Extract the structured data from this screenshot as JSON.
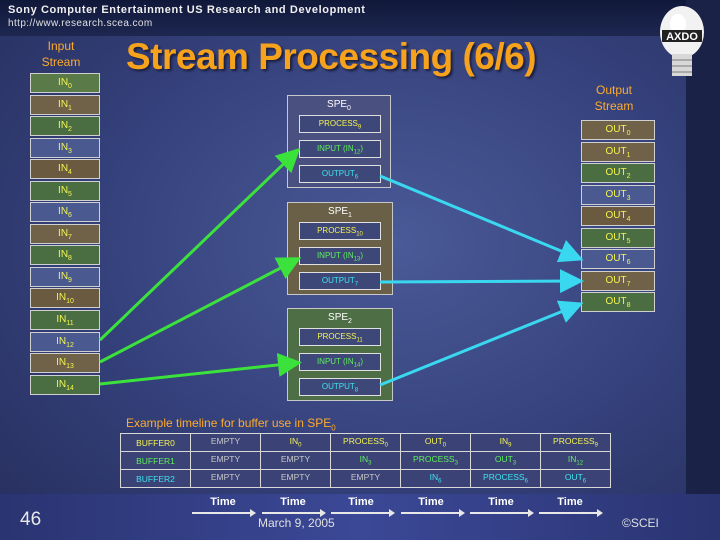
{
  "header": {
    "company": "Sony Computer Entertainment US Research and Development",
    "url": "http://www.research.scea.com",
    "logo_text": "AXDO"
  },
  "title": "Stream Processing (6/6)",
  "input_stream": {
    "label_line1": "Input",
    "label_line2": "Stream",
    "items": [
      {
        "prefix": "IN",
        "sub": "0"
      },
      {
        "prefix": "IN",
        "sub": "1"
      },
      {
        "prefix": "IN",
        "sub": "2"
      },
      {
        "prefix": "IN",
        "sub": "3"
      },
      {
        "prefix": "IN",
        "sub": "4"
      },
      {
        "prefix": "IN",
        "sub": "5"
      },
      {
        "prefix": "IN",
        "sub": "6"
      },
      {
        "prefix": "IN",
        "sub": "7"
      },
      {
        "prefix": "IN",
        "sub": "8"
      },
      {
        "prefix": "IN",
        "sub": "9"
      },
      {
        "prefix": "IN",
        "sub": "10"
      },
      {
        "prefix": "IN",
        "sub": "11"
      },
      {
        "prefix": "IN",
        "sub": "12"
      },
      {
        "prefix": "IN",
        "sub": "13"
      },
      {
        "prefix": "IN",
        "sub": "14"
      }
    ]
  },
  "output_stream": {
    "label_line1": "Output",
    "label_line2": "Stream",
    "items": [
      {
        "prefix": "OUT",
        "sub": "0"
      },
      {
        "prefix": "OUT",
        "sub": "1"
      },
      {
        "prefix": "OUT",
        "sub": "2"
      },
      {
        "prefix": "OUT",
        "sub": "3"
      },
      {
        "prefix": "OUT",
        "sub": "4"
      },
      {
        "prefix": "OUT",
        "sub": "5"
      },
      {
        "prefix": "OUT",
        "sub": "6"
      },
      {
        "prefix": "OUT",
        "sub": "7"
      },
      {
        "prefix": "OUT",
        "sub": "8"
      }
    ]
  },
  "spes": [
    {
      "label": "SPE",
      "label_sub": "0",
      "process": "PROCESS",
      "process_sub": "9",
      "input": "INPUT (IN",
      "input_sub": "12",
      "input_tail": ")",
      "output": "OUTPUT",
      "output_sub": "6"
    },
    {
      "label": "SPE",
      "label_sub": "1",
      "process": "PROCESS",
      "process_sub": "10",
      "input": "INPUT (IN",
      "input_sub": "13",
      "input_tail": ")",
      "output": "OUTPUT",
      "output_sub": "7"
    },
    {
      "label": "SPE",
      "label_sub": "2",
      "process": "PROCESS",
      "process_sub": "11",
      "input": "INPUT (IN",
      "input_sub": "14",
      "input_tail": ")",
      "output": "OUTPUT",
      "output_sub": "8"
    }
  ],
  "timeline": {
    "title": "Example timeline for buffer use in SPE",
    "title_sub": "0",
    "rows": [
      {
        "label": "BUFFER0",
        "cells": [
          {
            "t": "EMPTY",
            "s": "",
            "c": "gray"
          },
          {
            "t": "IN",
            "s": "0",
            "c": "yellow"
          },
          {
            "t": "PROCESS",
            "s": "0",
            "c": "yellow"
          },
          {
            "t": "OUT",
            "s": "0",
            "c": "yellow"
          },
          {
            "t": "IN",
            "s": "9",
            "c": "yellow"
          },
          {
            "t": "PROCESS",
            "s": "9",
            "c": "yellow"
          }
        ]
      },
      {
        "label": "BUFFER1",
        "cells": [
          {
            "t": "EMPTY",
            "s": "",
            "c": "gray"
          },
          {
            "t": "EMPTY",
            "s": "",
            "c": "gray"
          },
          {
            "t": "IN",
            "s": "3",
            "c": "green"
          },
          {
            "t": "PROCESS",
            "s": "3",
            "c": "green"
          },
          {
            "t": "OUT",
            "s": "3",
            "c": "green"
          },
          {
            "t": "IN",
            "s": "12",
            "c": "green"
          }
        ]
      },
      {
        "label": "BUFFER2",
        "cells": [
          {
            "t": "EMPTY",
            "s": "",
            "c": "gray"
          },
          {
            "t": "EMPTY",
            "s": "",
            "c": "gray"
          },
          {
            "t": "EMPTY",
            "s": "",
            "c": "gray"
          },
          {
            "t": "IN",
            "s": "6",
            "c": "cyan"
          },
          {
            "t": "PROCESS",
            "s": "6",
            "c": "cyan"
          },
          {
            "t": "OUT",
            "s": "6",
            "c": "cyan"
          }
        ]
      }
    ],
    "row_label_colors": [
      "yellow",
      "green",
      "cyan"
    ],
    "time_labels": [
      "Time",
      "Time",
      "Time",
      "Time",
      "Time",
      "Time"
    ]
  },
  "footer": {
    "page_number": "46",
    "date": "March 9, 2005",
    "copyright": "©SCEI"
  },
  "colors": {
    "title": "#f7a21c",
    "input_arrow": "#3ce23c",
    "output_arrow": "#3ad8f0",
    "text_yellow": "#f4f450",
    "text_green": "#5ef05a",
    "text_cyan": "#3ee4f0"
  }
}
